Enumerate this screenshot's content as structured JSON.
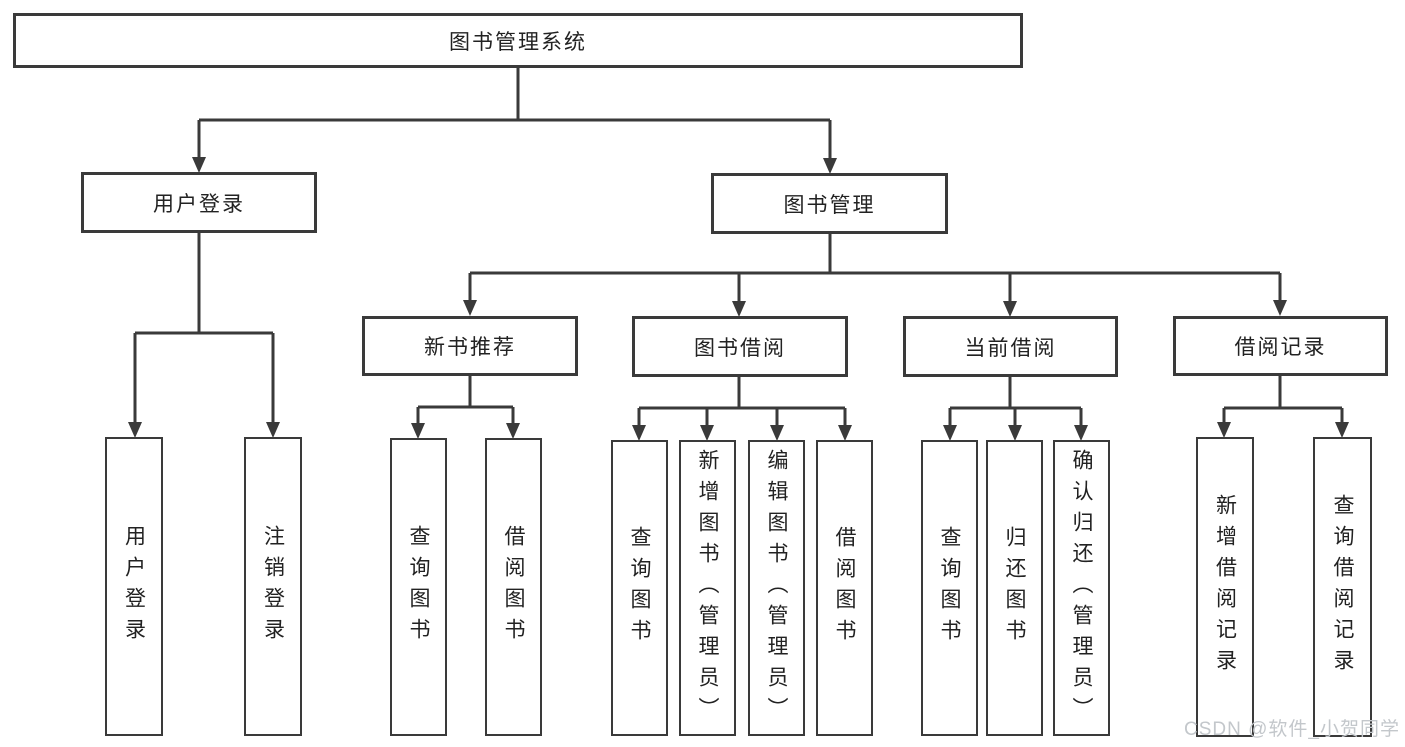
{
  "diagram": {
    "type": "tree",
    "title": "图书管理系统",
    "colors": {
      "line": "#3a3a3a",
      "box_border": "#3a3a3a",
      "text": "#222222",
      "background": "#ffffff",
      "watermark": "#c3c7cb"
    },
    "nodes": {
      "root": "图书管理系统",
      "user_login": "用户登录",
      "book_mgmt": "图书管理",
      "new_book_rec": "新书推荐",
      "book_borrow": "图书借阅",
      "current_borrow": "当前借阅",
      "borrow_records": "借阅记录"
    },
    "leaves": [
      "用户登录",
      "注销登录",
      "查询图书",
      "借阅图书",
      "查询图书",
      "新增图书（管理员）",
      "编辑图书（管理员）",
      "借阅图书",
      "查询图书",
      "归还图书",
      "确认归还（管理员）",
      "新增借阅记录",
      "查询借阅记录"
    ],
    "hierarchy": {
      "图书管理系统": [
        "用户登录",
        "图书管理"
      ],
      "用户登录": [
        "用户登录",
        "注销登录"
      ],
      "图书管理": [
        "新书推荐",
        "图书借阅",
        "当前借阅",
        "借阅记录"
      ],
      "新书推荐": [
        "查询图书",
        "借阅图书"
      ],
      "图书借阅": [
        "查询图书",
        "新增图书（管理员）",
        "编辑图书（管理员）",
        "借阅图书"
      ],
      "当前借阅": [
        "查询图书",
        "归还图书",
        "确认归还（管理员）"
      ],
      "借阅记录": [
        "新增借阅记录",
        "查询借阅记录"
      ]
    },
    "watermark": "CSDN @软件_小贺同学"
  }
}
